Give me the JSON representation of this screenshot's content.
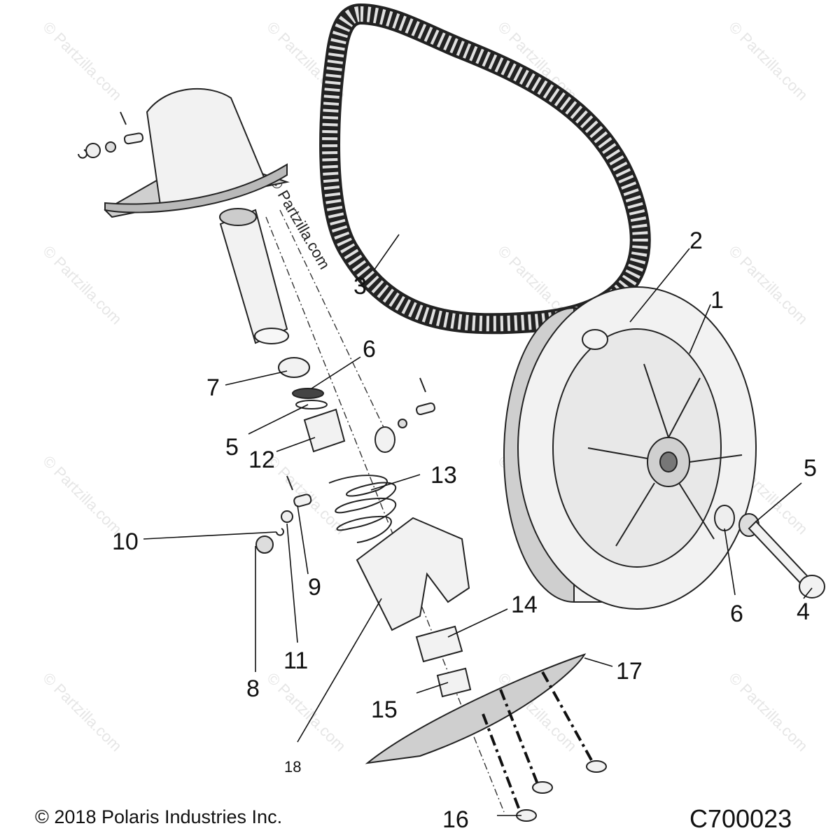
{
  "watermark": "© Partzilla.com",
  "copyright": "© 2018 Polaris Industries Inc.",
  "diagram_code": "C700023",
  "callouts": {
    "c1": "1",
    "c2": "2",
    "c3": "3",
    "c4": "4",
    "c5a": "5",
    "c5b": "5",
    "c6a": "6",
    "c6b": "6",
    "c7": "7",
    "c8": "8",
    "c9": "9",
    "c10": "10",
    "c11": "11",
    "c12": "12",
    "c13": "13",
    "c14": "14",
    "c15": "15",
    "c16": "16",
    "c17": "17",
    "c18": "18"
  },
  "colors": {
    "line": "#111111",
    "watermark": "#e6e6e6",
    "part_fill": "#f2f2f2"
  }
}
